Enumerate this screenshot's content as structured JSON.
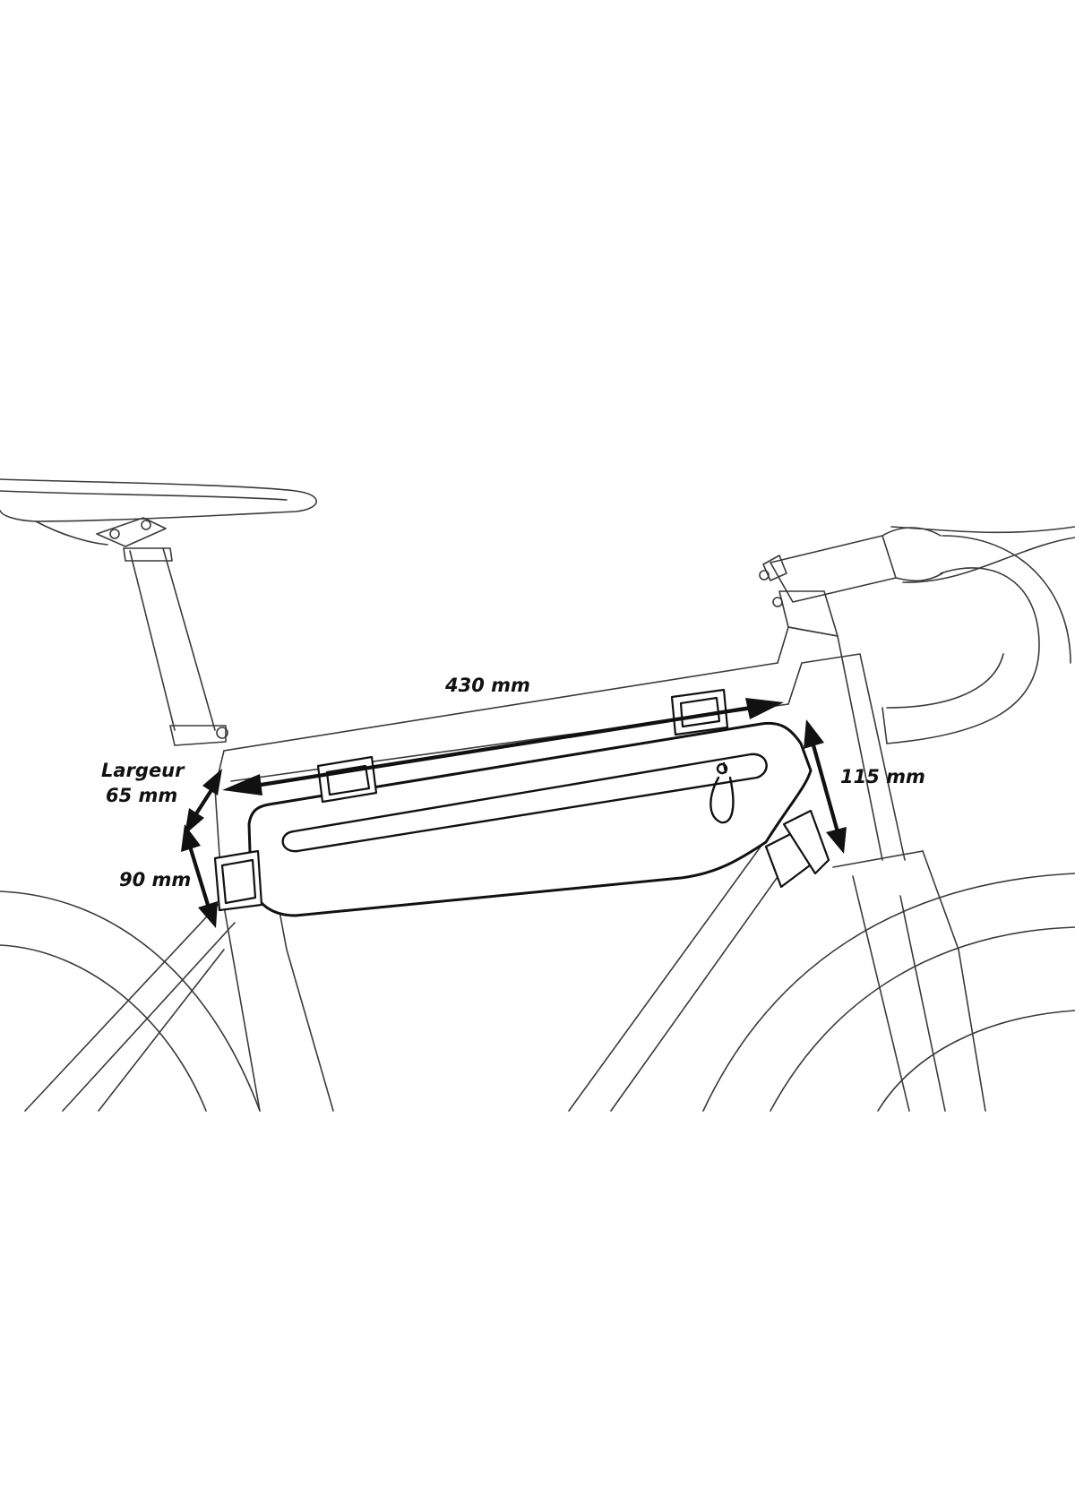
{
  "dimensions": {
    "length": "430 mm",
    "width_label": "Largeur",
    "width_value": "65 mm",
    "rear_height": "90 mm",
    "front_height": "115 mm"
  },
  "colors": {
    "line": "#111111",
    "frame": "#3a3a3a",
    "background": "#ffffff"
  }
}
